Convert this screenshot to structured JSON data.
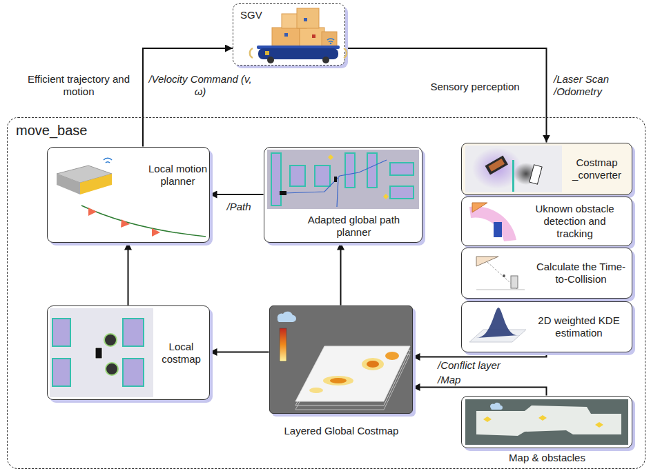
{
  "diagram": {
    "nodes": [
      {
        "text": [
          "SGV"
        ]
      },
      {
        "text": [
          "move_base"
        ]
      },
      {
        "text": [
          "Local motion planner"
        ],
        "in": 1
      },
      {
        "text": [
          "Adapted global path planner"
        ],
        "in": 1
      },
      {
        "text": [
          "Costmap _converter"
        ],
        "in": 1
      },
      {
        "text": [
          "Uknown obstacle detection and tracking"
        ],
        "in": 1
      },
      {
        "text": [
          "Calculate the Time-to-Collision"
        ],
        "in": 1
      },
      {
        "text": [
          "2D weighted KDE estimation"
        ],
        "in": 1
      },
      {
        "text": [
          "Local costmap"
        ],
        "in": 1
      },
      {
        "text": [
          "Layered Global Costmap"
        ],
        "in": 1
      },
      {
        "text": [
          "Map & obstacles"
        ],
        "in": 1
      }
    ],
    "edges": [
      {
        "from": 2,
        "to": 0,
        "arrow": "to",
        "label": "/Velocity Command (v, ω)"
      },
      {
        "from": 0,
        "to": 4,
        "arrow": "to",
        "label": "/Laser Scan /Odometry"
      },
      {
        "from": 3,
        "to": 2,
        "arrow": "to",
        "label": "/Path"
      },
      {
        "from": 4,
        "to": 5,
        "arrow": "none"
      },
      {
        "from": 5,
        "to": 6,
        "arrow": "none"
      },
      {
        "from": 6,
        "to": 7,
        "arrow": "none"
      },
      {
        "from": 8,
        "to": 2,
        "arrow": "to"
      },
      {
        "from": 9,
        "to": 3,
        "arrow": "to"
      },
      {
        "from": 9,
        "to": 8,
        "arrow": "to"
      },
      {
        "from": 7,
        "to": 9,
        "arrow": "to",
        "label": "/Conflict layer"
      },
      {
        "from": 10,
        "to": 9,
        "arrow": "to",
        "label": "/Map"
      }
    ],
    "labels": [
      "Efficient trajectory and motion",
      "Sensory perception"
    ]
  }
}
